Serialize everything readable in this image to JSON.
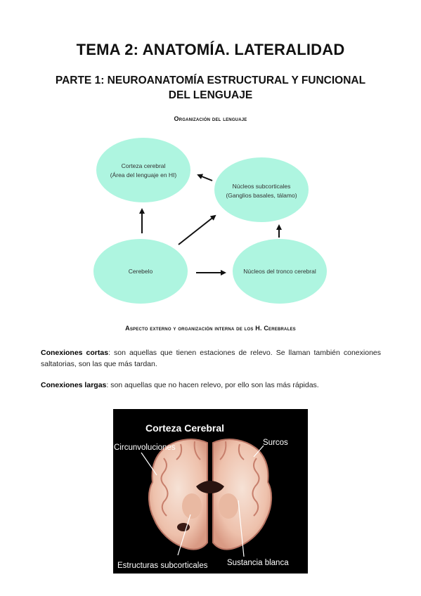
{
  "page": {
    "title": "TEMA 2: ANATOMÍA. LATERALIDAD",
    "subtitle_line1": "PARTE 1: NEUROANATOMÍA ESTRUCTURAL Y FUNCIONAL",
    "subtitle_line2": "DEL LENGUAJE"
  },
  "section1": {
    "heading": "Organización del lenguaje"
  },
  "diagram": {
    "node_color": "#aef5e0",
    "nodes": {
      "corteza": {
        "line1": "Corteza cerebral",
        "line2": "(Área del lenguaje en HI)"
      },
      "nucleos": {
        "line1": "Núcleos subcorticales",
        "line2": "(Ganglios basales, tálamo)"
      },
      "cerebelo": {
        "line1": "Cerebelo"
      },
      "tronco": {
        "line1": "Núcleos del tronco cerebral"
      }
    }
  },
  "section2": {
    "heading": "Aspecto externo y organización interna de los H. Cerebrales"
  },
  "paragraphs": {
    "cortas": {
      "term": "Conexiones cortas",
      "text": ": son aquellas que tienen estaciones de relevo. Se llaman también conexiones saltatorias, son las que más tardan."
    },
    "largas": {
      "term": "Conexiones largas",
      "text": ": son aquellas que no hacen relevo, por ello son las más rápidas."
    }
  },
  "brain_image": {
    "title": "Corteza Cerebral",
    "label_circunvoluciones": "Circunvoluciones",
    "label_surcos": "Surcos",
    "label_estructuras": "Estructuras subcorticales",
    "label_sustancia": "Sustancia blanca"
  }
}
